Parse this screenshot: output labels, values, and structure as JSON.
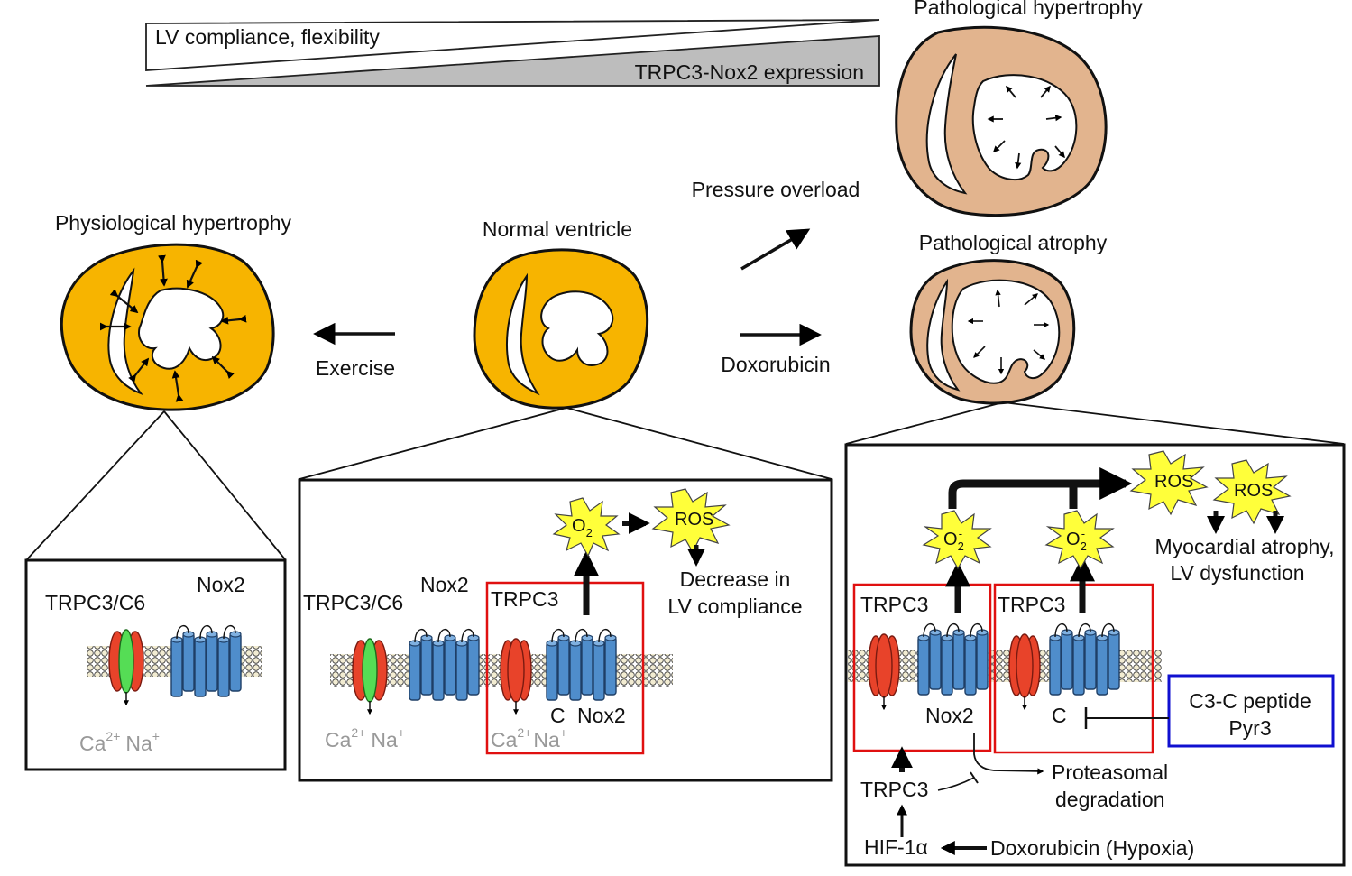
{
  "wedges": {
    "compliance_label": "LV compliance, flexibility",
    "expression_label": "TRPC3-Nox2 expression"
  },
  "hearts": {
    "physiological": "Physiological hypertrophy",
    "normal": "Normal ventricle",
    "path_hypertrophy": "Pathological hypertrophy",
    "path_atrophy": "Pathological atrophy"
  },
  "arrows": {
    "exercise": "Exercise",
    "pressure_overload": "Pressure overload",
    "doxorubicin": "Doxorubicin"
  },
  "panel_left": {
    "trpc3_c6": "TRPC3/C6",
    "nox2": "Nox2",
    "ca": "Ca",
    "ca_sup": "2+",
    "na": "Na",
    "na_sup": "+"
  },
  "panel_center": {
    "trpc3_c6": "TRPC3/C6",
    "nox2": "Nox2",
    "trpc3": "TRPC3",
    "nox2_bottom": "Nox2",
    "c": "C",
    "o2": "O",
    "o2_sub": "2",
    "o2_sup": "-",
    "ros": "ROS",
    "decrease_line1": "Decrease in",
    "decrease_line2": "LV compliance",
    "ca": "Ca",
    "ca_sup": "2+",
    "na": "Na",
    "na_sup": "+"
  },
  "panel_right": {
    "trpc3_a": "TRPC3",
    "trpc3_b": "TRPC3",
    "nox2": "Nox2",
    "c": "C",
    "o2": "O",
    "o2_sub": "2",
    "o2_sup": "-",
    "ros1": "ROS",
    "ros2": "ROS",
    "atrophy_line1": "Myocardial atrophy,",
    "atrophy_line2": "LV dysfunction",
    "peptide_line1": "C3-C peptide",
    "peptide_line2": "Pyr3",
    "proteasomal_line1": "Proteasomal",
    "proteasomal_line2": "degradation",
    "trpc3_lower": "TRPC3",
    "hif": "HIF-1α",
    "doxo_hypoxia": "Doxorubicin (Hypoxia)"
  },
  "colors": {
    "heart_normal": "#F7B400",
    "heart_pathological": "#E2B48E",
    "trpc3_channel": "#E8432A",
    "trpc6_channel": "#55DD55",
    "nox2_channel": "#4F8DCB",
    "ros_burst": "#FFFF3A",
    "zoom_box_highlight": "#E01010",
    "inhibitor_box": "#1010D0",
    "wedge_gray": "#BDBDBD"
  }
}
